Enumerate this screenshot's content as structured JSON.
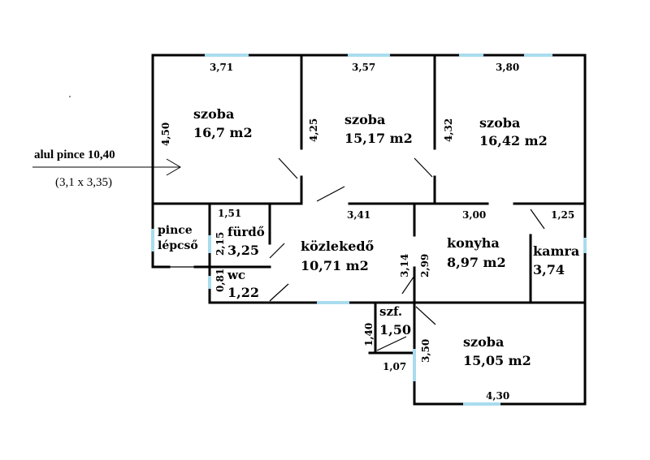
{
  "plan": {
    "note": {
      "title": "alul pince 10,40",
      "sub": "(3,1 x 3,35)"
    },
    "rooms": {
      "room1": {
        "name": "szoba",
        "area": "16,7 m2"
      },
      "room2": {
        "name": "szoba",
        "area": "15,17 m2"
      },
      "room3": {
        "name": "szoba",
        "area": "16,42 m2"
      },
      "cellar_stairs": {
        "name1": "pince",
        "name2": "lépcső"
      },
      "bathroom": {
        "name": "fürdő",
        "area": "3,25"
      },
      "wc": {
        "name": "wc",
        "area": "1,22"
      },
      "hallway": {
        "name": "közlekedő",
        "area": "10,71 m2"
      },
      "kitchen": {
        "name": "konyha",
        "area": "8,97 m2"
      },
      "pantry": {
        "name": "kamra",
        "area": "3,74"
      },
      "closet": {
        "name": "szf.",
        "area": "1,50"
      },
      "room4": {
        "name": "szoba",
        "area": "15,05 m2"
      }
    },
    "dims": {
      "top1": "3,71",
      "top2": "3,57",
      "top3": "3,80",
      "h1": "4,50",
      "h2": "4,25",
      "h3": "4,32",
      "bath_w": "1,51",
      "bath_h": "2,15",
      "wc_h": "0,81",
      "hall_w": "3,41",
      "kitchen_w": "3,00",
      "pantry_w": "1,25",
      "hall_h": "3,14",
      "kitchen_h": "2,99",
      "closet_h": "1,40",
      "closet_w": "1,07",
      "room4_h": "3,50",
      "room4_w": "4,30"
    },
    "colors": {
      "wall": "#000000",
      "window": "#a9dcee"
    }
  }
}
